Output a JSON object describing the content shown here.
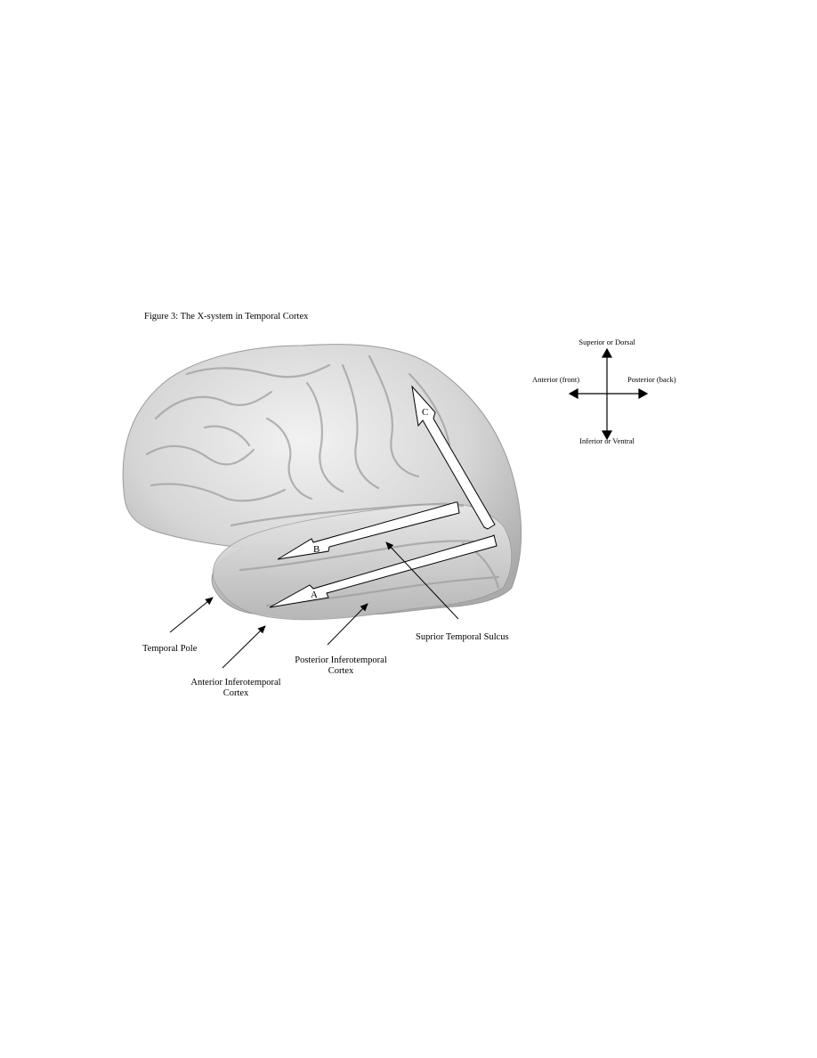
{
  "figure": {
    "title": "Figure 3:   The X-system in Temporal Cortex",
    "pathway_arrows": [
      {
        "label": "A",
        "description": "ventral pathway along inferior temporal gyrus, posterior to anterior"
      },
      {
        "label": "B",
        "description": "pathway along superior temporal region, posterior to anterior"
      },
      {
        "label": "C",
        "description": "pathway ascending posterior to superior"
      }
    ],
    "annotations": {
      "temporal_pole": "Temporal Pole",
      "anterior_it_line1": "Anterior Inferotemporal",
      "anterior_it_line2": "Cortex",
      "posterior_it_line1": "Posterior Inferotemporal",
      "posterior_it_line2": "Cortex",
      "sts": "Suprior Temporal Sulcus"
    },
    "orientation": {
      "up": "Superior or Dorsal",
      "down": "Inferior or Ventral",
      "left": "Anterior (front)",
      "right": "Posterior (back)"
    }
  },
  "colors": {
    "brain_fill": "#d9d9d9",
    "brain_shadow": "#a8a8a8",
    "arrow_fill": "#ffffff",
    "ink": "#000000"
  }
}
